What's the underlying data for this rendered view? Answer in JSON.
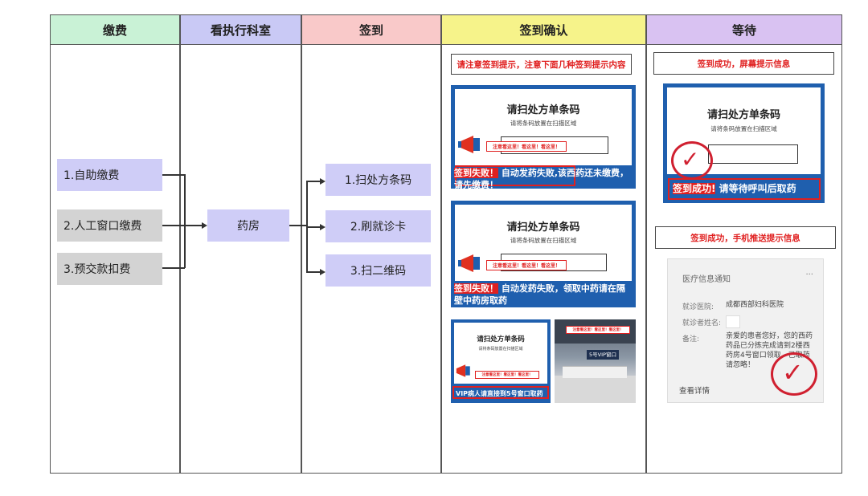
{
  "columns": [
    {
      "label": "缴费",
      "color": "#c9f2d6"
    },
    {
      "label": "看执行科室",
      "color": "#c9c9f5"
    },
    {
      "label": "签到",
      "color": "#f9c9c9"
    },
    {
      "label": "签到确认",
      "color": "#f6f38a"
    },
    {
      "label": "等待",
      "color": "#d9c2f2"
    }
  ],
  "payment_methods": [
    "1.自助缴费",
    "2.人工窗口缴费",
    "3.预交款扣费"
  ],
  "department": "药房",
  "checkin_methods": [
    "1.扫处方条码",
    "2.刷就诊卡",
    "3.扫二维码"
  ],
  "confirm": {
    "notice": "请注意签到提示，注意下面几种签到提示内容",
    "screen_title": "请扫处方单条码",
    "screen_sub": "请将条码放置在扫描区域",
    "banner": "注意看这里！看这里！看这里！",
    "fail_label": "签到失败！",
    "fail1_text": "自动发药失败,该西药还未缴费，请先缴费！",
    "fail2_text": "自动发药失败，领取中药请在隔壁中药房取药",
    "vip_text": "VIP病人请直接到5号窗口取药",
    "photo_sign": "5号VIP窗口"
  },
  "wait": {
    "notice1": "签到成功，屏幕提示信息",
    "screen_title": "请扫处方单条码",
    "screen_sub": "请将条码放置在扫描区域",
    "success_label": "签到成功!",
    "success_text": "请等待呼叫后取药",
    "notice2": "签到成功，手机推送提示信息",
    "phone": {
      "title": "医疗信息通知",
      "more": "···",
      "hospital_label": "就诊医院:",
      "hospital_value": "成都西部妇科医院",
      "patient_label": "就诊者姓名:",
      "remark_label": "备注:",
      "remark_value": "亲爱的患者您好，您的西药药品已分拣完成请到2楼西药房4号窗口领取，已取药请忽略！",
      "details": "查看详情"
    }
  }
}
